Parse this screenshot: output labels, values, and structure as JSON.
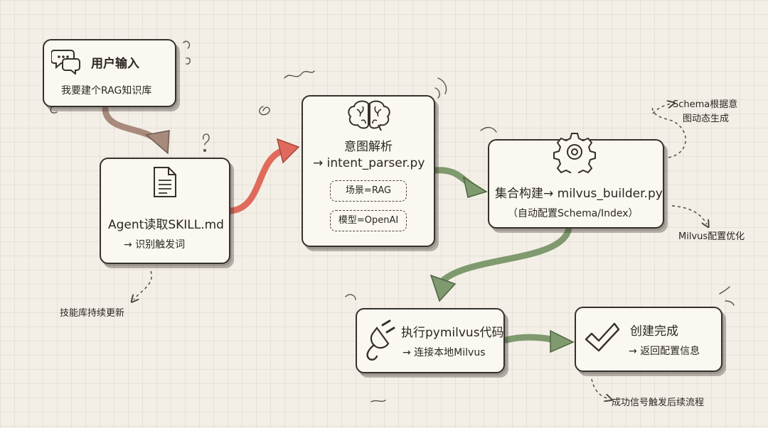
{
  "colors": {
    "ink": "#35302b",
    "arrow_brown": "#a88a7c",
    "arrow_red": "#e06a5c",
    "arrow_green": "#7f9a6e",
    "paper": "#f3efe6",
    "card": "#fbf8f1"
  },
  "nodes": {
    "user_input": {
      "title": "用户输入",
      "subtitle": "我要建个RAG知识库",
      "icon": "speech-bubbles-icon"
    },
    "agent": {
      "title": "Agent读取SKILL.md",
      "subtitle": "→ 识别触发词",
      "icon": "document-icon"
    },
    "intent": {
      "title": "意图解析",
      "subtitle": "→ intent_parser.py",
      "icon": "brain-icon",
      "tags": [
        "场景=RAG",
        "模型=OpenAI"
      ]
    },
    "collection": {
      "title": "集合构建→ milvus_builder.py",
      "subtitle": "（自动配置Schema/Index）",
      "icon": "gear-icon"
    },
    "execute": {
      "title": "执行pymilvus代码",
      "subtitle": "→ 连接本地Milvus",
      "icon": "plug-icon"
    },
    "done": {
      "title": "创建完成",
      "subtitle": "→ 返回配置信息",
      "icon": "checkmark-icon"
    }
  },
  "notes": {
    "skill_update": "技能库持续更新",
    "schema_line1": "Schema根据意",
    "schema_line2": "图动态生成",
    "milvus_opt": "Milvus配置优化",
    "success": "成功信号触发后续流程"
  }
}
